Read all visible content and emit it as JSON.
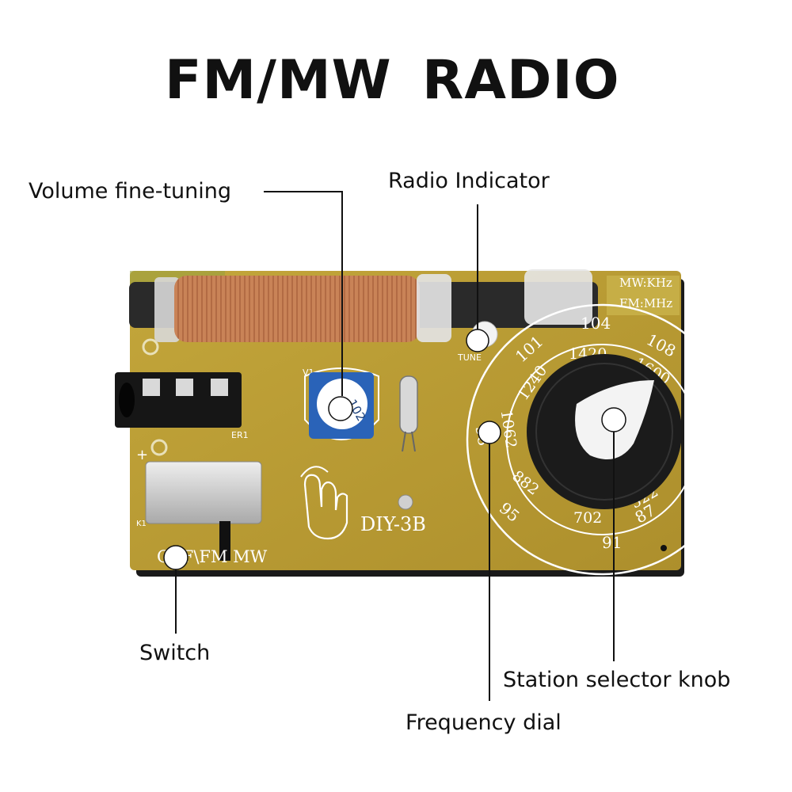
{
  "title": {
    "left": "FM/MW",
    "right": "RADIO"
  },
  "callouts": {
    "volume": "Volume fine-tuning",
    "indicator": "Radio Indicator",
    "switch": "Switch",
    "knob": "Station selector knob",
    "dial": "Frequency dial"
  },
  "board": {
    "unit_mw": "MW:KHz",
    "unit_fm": "FM:MHz",
    "tune": "TUNE",
    "model": "DIY-3B",
    "switch_text": "OFF\\FM MW",
    "pot_label": "V1",
    "jack_label": "ER1",
    "switch_label": "K1",
    "pot_value": "102",
    "plus_sign": "+",
    "dial_fm": [
      "87",
      "91",
      "95",
      "98",
      "101",
      "104",
      "108"
    ],
    "dial_mw": [
      "522",
      "702",
      "882",
      "1062",
      "1240",
      "1420",
      "1600"
    ]
  },
  "colors": {
    "pcb": "#b99b34",
    "coil": "#c98357",
    "knob": "#1b1b1b",
    "ink": "#111111"
  }
}
